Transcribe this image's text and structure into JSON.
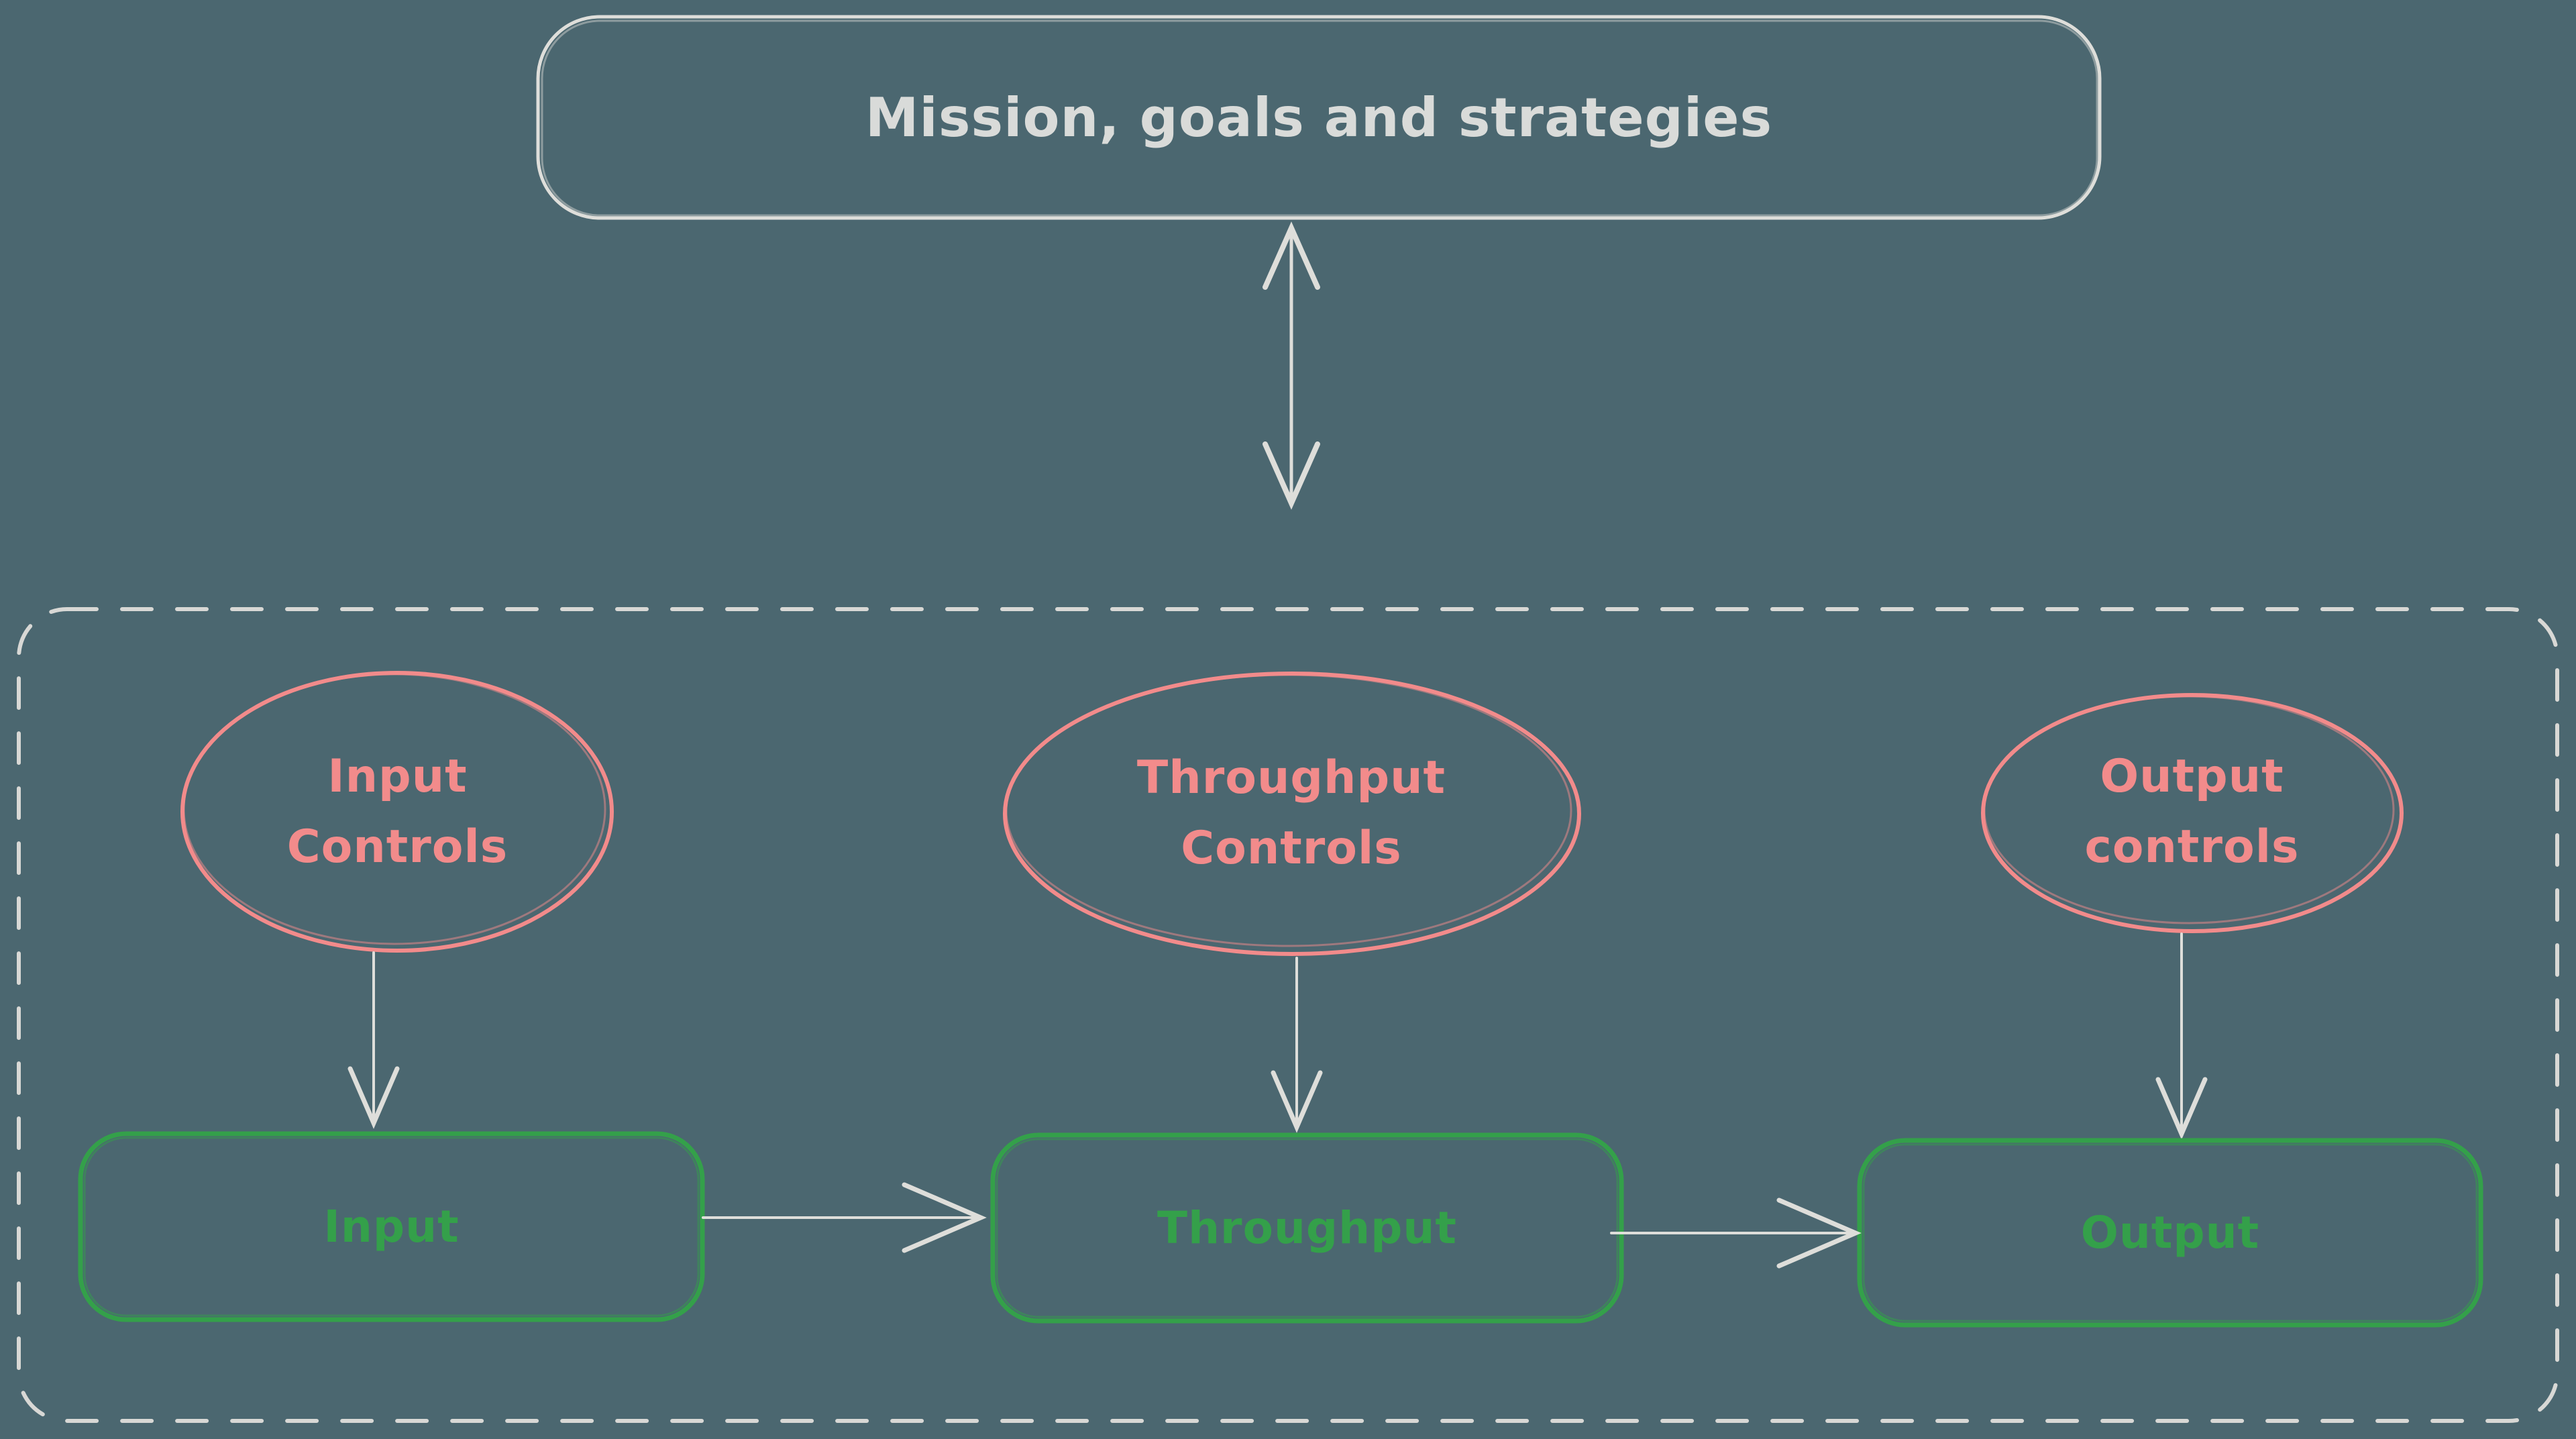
{
  "colors": {
    "background": "#4b6770",
    "line_light": "#dededa",
    "accent_pink": "#f28b8b",
    "accent_green": "#34a04a"
  },
  "title_box": {
    "label": "Mission, goals and strategies"
  },
  "control_ellipses": [
    {
      "line1": "Input",
      "line2": "Controls"
    },
    {
      "line1": "Throughput",
      "line2": "Controls"
    },
    {
      "line1": "Output",
      "line2": "controls"
    }
  ],
  "process_boxes": [
    {
      "label": "Input"
    },
    {
      "label": "Throughput"
    },
    {
      "label": "Output"
    }
  ]
}
